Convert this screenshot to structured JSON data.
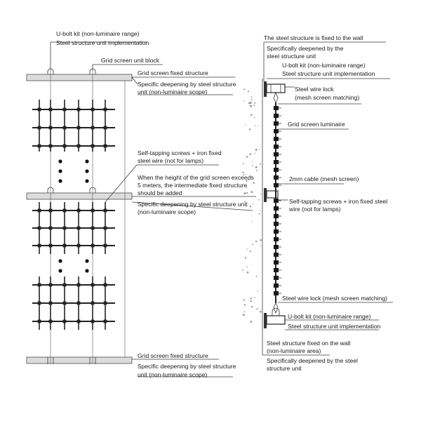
{
  "left_view": {
    "top_labels": [
      "U-bolt kit (non-luminaire range)",
      "Steel structure unit implementation",
      "Grid screen unit block"
    ],
    "right_labels": [
      "Grid screen fixed structure",
      "Specific deepening by steel structure",
      "unit (non-luminaire scope)",
      "Self-tapping screws + iron fixed",
      "steel wire (not for lamps)",
      "When the height of the grid screen exceeds",
      "5 meters, the intermediate fixed structure",
      "should be added",
      "Specific deepening by steel structure unit",
      "(non-luminaire scope)"
    ],
    "bottom_labels": [
      "Grid screen fixed structure",
      "Specific deepening by steel structure",
      "unit (non-luminaire scope)"
    ]
  },
  "right_view": {
    "labels": [
      "The steel structure is fixed to the wall",
      "Specifically deepened by the",
      "steel structure unit",
      "U-bolt kit (non-luminaire range)",
      "Steel structure unit implementation",
      "Steel wire lock",
      "(mesh screen matching)",
      "Grid screen luminaire",
      "2mm cable (mesh screen)",
      "Self-tapping screws + iron fixed steel",
      "wire (not for lamps)",
      "Steel wire lock (mesh screen matching)",
      "U-bolt kit (non-luminaire range)",
      "Steel structure unit implementation",
      "Steel structure fixed on the wall",
      "(non-luminaire area)",
      "Specifically deepened by the steel",
      "structure unit"
    ]
  }
}
